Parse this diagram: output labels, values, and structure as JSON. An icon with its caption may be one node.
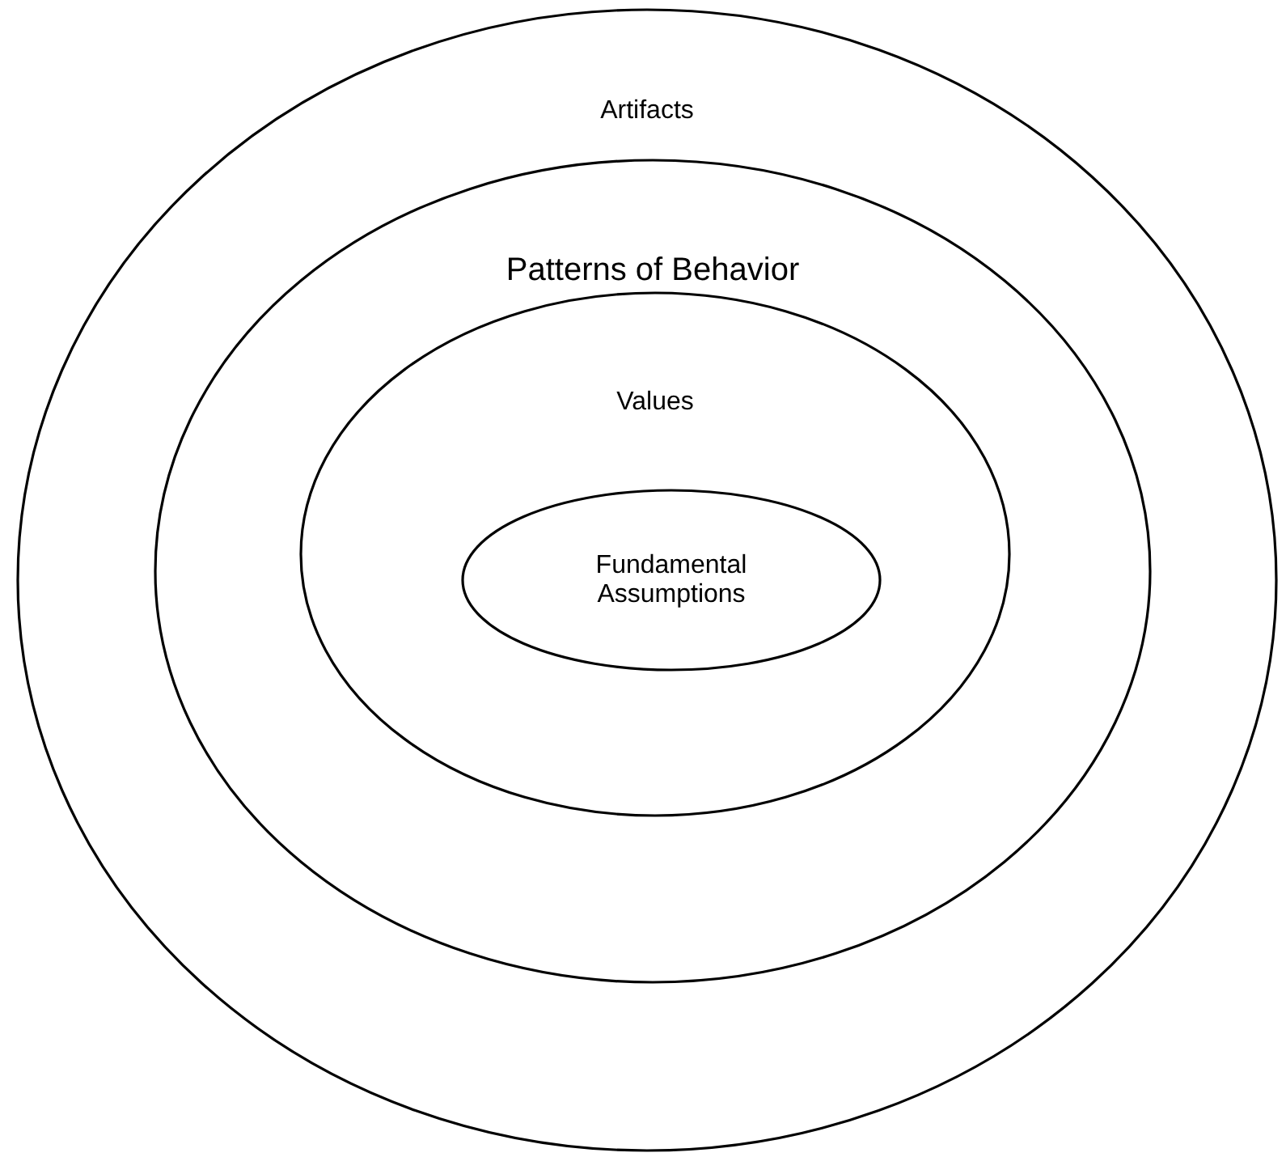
{
  "diagram": {
    "nodes": [
      {
        "text": [
          "Artifacts"
        ]
      },
      {
        "text": [
          "Patterns of Behavior"
        ],
        "in": 0
      },
      {
        "text": [
          "Values"
        ],
        "in": 1
      },
      {
        "text": [
          "Fundamental Assumptions"
        ],
        "in": 2
      }
    ]
  }
}
